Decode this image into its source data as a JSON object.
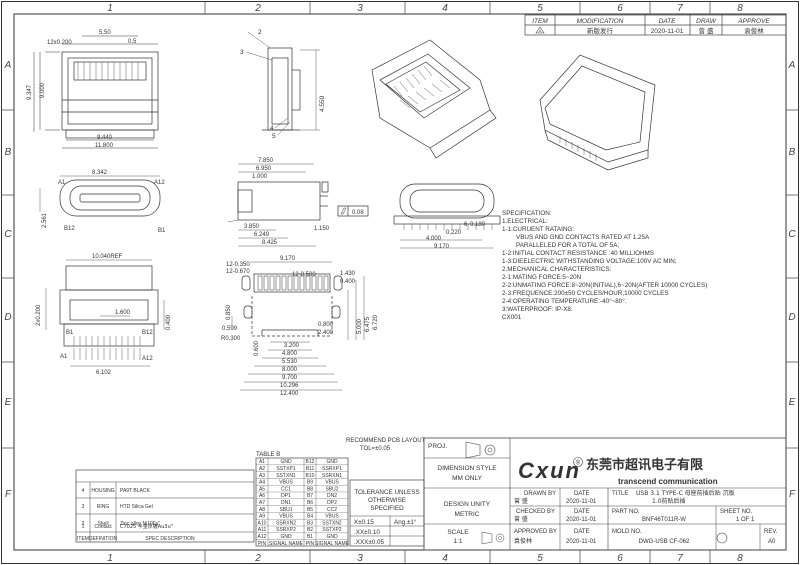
{
  "border": {
    "cols": [
      "1",
      "2",
      "3",
      "4",
      "5",
      "6",
      "7",
      "8"
    ],
    "rows": [
      "A",
      "B",
      "C",
      "D",
      "E",
      "F"
    ]
  },
  "revision": {
    "headers": {
      "item": "ITEM",
      "modification": "MODIFICATION",
      "date": "DATE",
      "draw": "DRAW",
      "approve": "APPROVE"
    },
    "row": {
      "item": "A",
      "modification": "新版发行",
      "date": "2020-11-01",
      "draw": "曾 盛",
      "approve": "袁俊林"
    }
  },
  "dims": {
    "top_a": "5.50",
    "top_b": "12x0.200",
    "top_c": "0.5",
    "left_h1": "9.347",
    "left_h2": "9.000",
    "bot_w1": "9.440",
    "bot_w2": "11.800",
    "side_2": "2",
    "side_3": "3",
    "side_4": "4",
    "side_5": "5",
    "side_h": "4.550",
    "a_7850": "7.850",
    "a_6950": "6.950",
    "a_1000": "1.000",
    "a_3850": "3.850",
    "a_6249": "6.249",
    "a_8425": "8.425",
    "a_1150": "1.150",
    "flat": "0.08",
    "port_w": "8.342",
    "port_a1": "A1",
    "port_a12": "A12",
    "port_b12": "B12",
    "port_b1": "B1",
    "port_h": "2.561",
    "f_0180": "0.180",
    "f_0220": "0.220",
    "f_4000": "4.000",
    "f_9170": "9.170",
    "f_6": "6",
    "r_10040": "10.040REF",
    "r_2x0": "2x0.200",
    "r_1600": "1.600",
    "r_0400": "0.400",
    "r_b1": "B1",
    "r_b12": "B12",
    "r_a1": "A1",
    "r_a12": "A12",
    "r_6102": "6.102",
    "p_9170": "9.170",
    "p_0350": "12-0.350",
    "p_0670": "12-0.670",
    "p_0500": "12-0.500",
    "p_1430": "1.430",
    "p_0400b": "0.400",
    "p_0850": "0.850",
    "p_0599": "0.599",
    "p_r0300": "R0.300",
    "p_0600": "0.600",
    "p_0800": "0.800",
    "p_2400": "2.400",
    "p_3200": "3.200",
    "p_4800": "4.800",
    "p_5530": "5.530",
    "p_8000": "8.000",
    "p_9700": "9.700",
    "p_10296": "10.296",
    "p_12400": "12.400",
    "p_5000": "5.000",
    "p_6475": "6.475",
    "p_6720": "6.720",
    "pcb_title": "RECOMMEND PCB LAYOUT",
    "pcb_tol": "TOL=±0.05"
  },
  "spec": {
    "lines": [
      "SPECIFICATION:",
      "1.ELECTRICAL:",
      "1-1:CURUENT RATAING:",
      "      VBUS AND GND CONTACTS RATED AT 1.25A",
      "      PARALLELED FOR A TOTAL OF 5A;",
      "1-2:INITIAL CONTACT RESISTANCE :40 MILLIOHMS",
      "1-3:DIEELECTRIC WITHSTANDING VOLTAGE:100V AC MIN;",
      "2.MECHANICAL CHARACTERISTICS:",
      "2-1:MATING FORCE:5~20N",
      "2-2:UNMATING FORCE:8~20N(INITIAL),6~20N(AFTER 10000 CYCLES)",
      "2-3:FREQUENCE:200±50 CYCLES/HOUR,10000 CYCLES",
      "2-4:OPERATING TEMPERATURE:-40°~80°.",
      "3:WATERPROOF: IP-X8.",
      "CX001"
    ]
  },
  "table_b": {
    "title": "TABLE B",
    "rows": [
      [
        "A1",
        "GND",
        "B12",
        "GND"
      ],
      [
        "A2",
        "SSTXP1",
        "B11",
        "SSRXP1"
      ],
      [
        "A3",
        "SSTXN1",
        "B10",
        "SSRXN1"
      ],
      [
        "A4",
        "VBUS",
        "B9",
        "VBUS"
      ],
      [
        "A5",
        "CC1",
        "B8",
        "SBU2"
      ],
      [
        "A6",
        "DP1",
        "B7",
        "DN2"
      ],
      [
        "A7",
        "DN1",
        "B6",
        "DP2"
      ],
      [
        "A8",
        "SBU1",
        "B5",
        "CC2"
      ],
      [
        "A9",
        "VBUS",
        "B4",
        "VBUS"
      ],
      [
        "A10",
        "SSRXN2",
        "B3",
        "SSTXN2"
      ],
      [
        "A11",
        "SSRXP2",
        "B2",
        "SSTXP2"
      ],
      [
        "A12",
        "GND",
        "B1",
        "GND"
      ]
    ],
    "footer": [
      "PIN",
      "SIGNAL NAME",
      "PIN",
      "SIGNAL NAME"
    ]
  },
  "materials": {
    "rows": [
      [
        "4",
        "HOUSING",
        "PA9T BLACK"
      ],
      [
        "3",
        "RING",
        "HTD Silica Gel"
      ],
      [
        "2",
        "Shell",
        "Zinc alloy Ni100u\""
      ],
      [
        "1",
        "Contact",
        "C7025  半金厚镀Au3u\""
      ]
    ],
    "footer": [
      "ITEM",
      "DEFINITION",
      "SPEC DESCRIPTION"
    ]
  },
  "tolerance": {
    "title1": "TOLERANCE UNLESS",
    "title2": "OTHERWISE",
    "title3": "SPECIFIED",
    "x0": "X±0.15",
    "xx": ".XX±0.10",
    "xxx": ".XXX±0.05",
    "ang": "Ang.±1°"
  },
  "title_block": {
    "proj": "PROJ.",
    "dim_style_1": "DIMENSION STYLE",
    "dim_style_2": "MM ONLY",
    "design_unity_1": "DESIGN UNITY",
    "design_unity_2": "METRIC",
    "scale_label": "SCALE",
    "scale_value": "1:1",
    "logo": "Cxun",
    "logo_mark": "®",
    "company_cn": "东莞市超讯电子有限",
    "company_en": "transcend communication",
    "drawn_by": "DRAWN BY",
    "drawn_name": "曾 盛",
    "date_label": "DATE",
    "drawn_date": "2020-11-01",
    "checked_by": "CHECKED BY",
    "checked_name": "曾 盛",
    "checked_date": "2020-11-01",
    "approved_by": "APPROVED BY",
    "approved_name": "袁俊林",
    "approved_date": "2020-11-01",
    "title_label": "TITLE",
    "title_value_1": "USB 3.1 TYPE-C 母座前插后贴 沉板",
    "title_value_2": "1.0前贴后插",
    "part_no_label": "PART NO.",
    "part_no": "BNF46T011R-W",
    "sheet_no_label": "SHEET NO.",
    "sheet_no": "1 OF 1",
    "mold_no_label": "MOLD NO.",
    "mold_no": "DWG-USB CF-062",
    "rev_label": "REV.",
    "rev": "A0"
  }
}
